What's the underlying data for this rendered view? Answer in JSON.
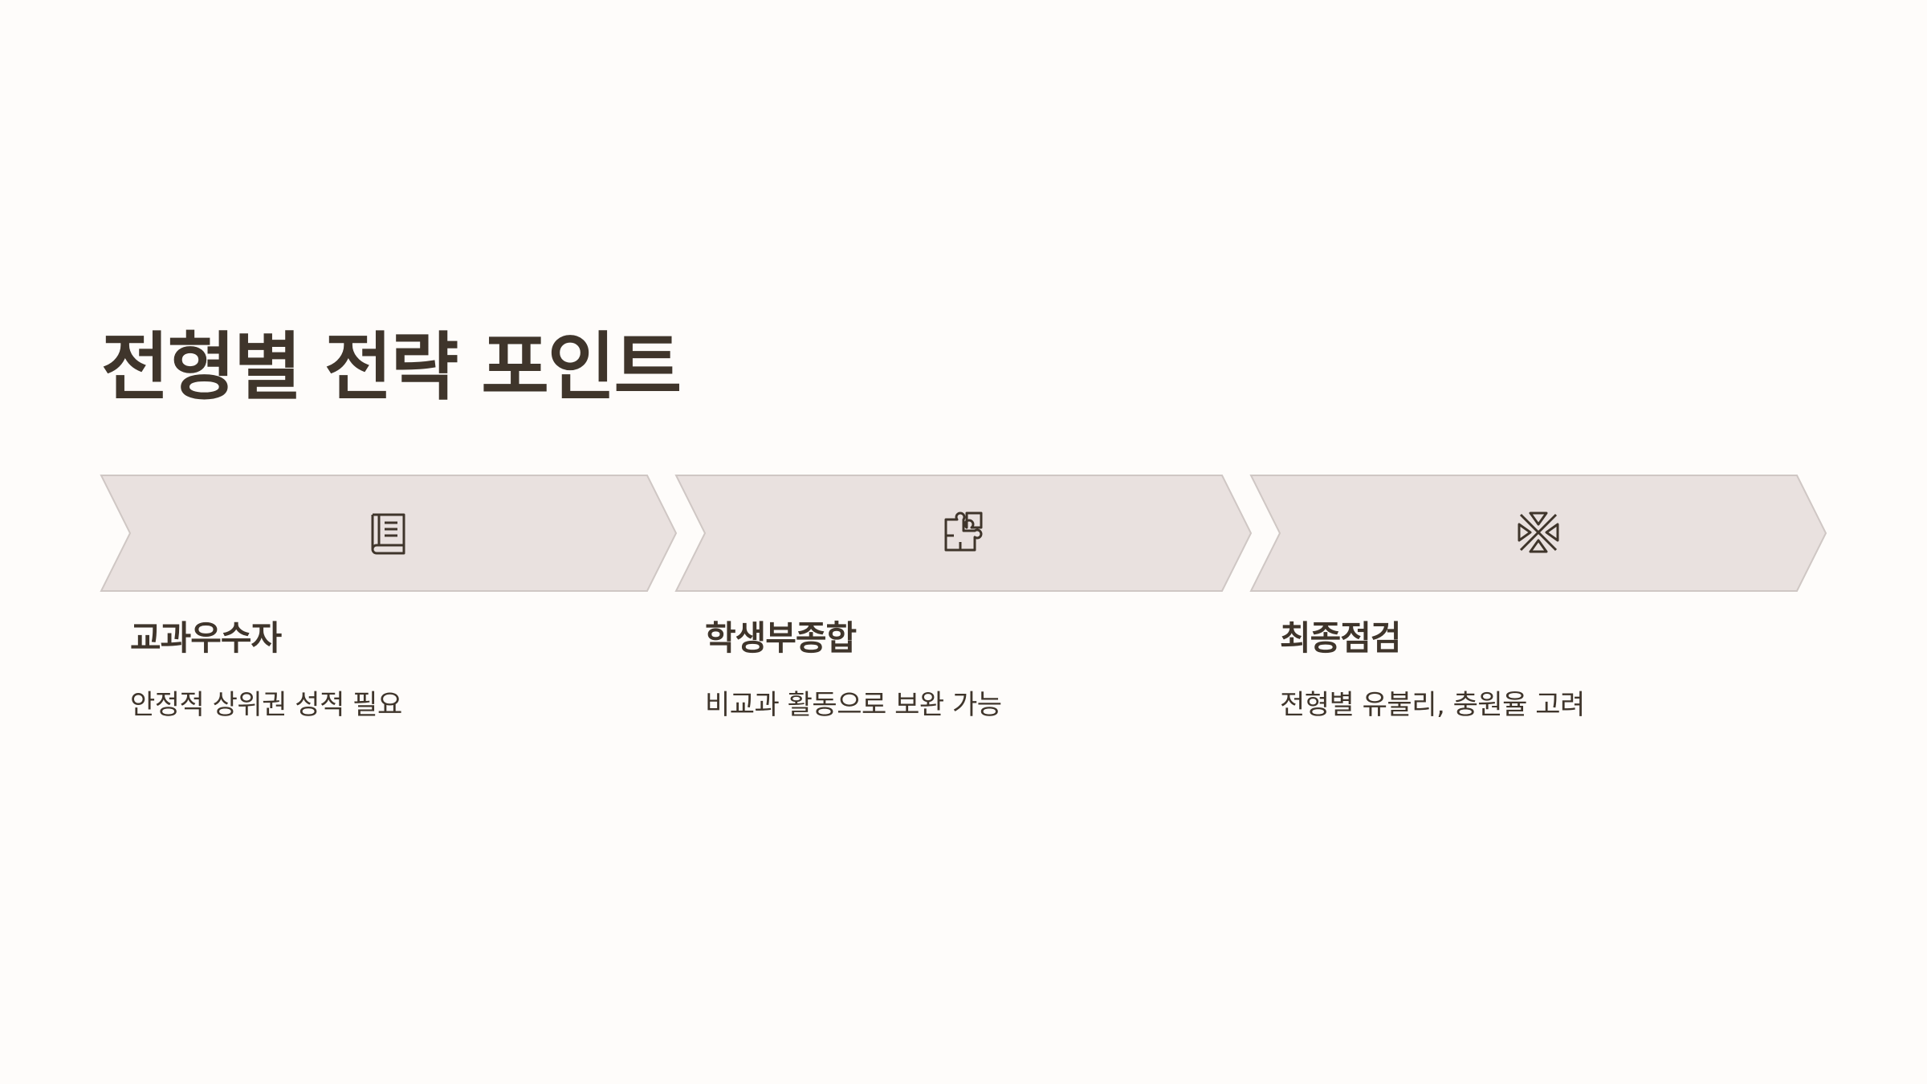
{
  "slide": {
    "title": "전형별 전략 포인트",
    "colors": {
      "background": "#fefcfa",
      "chevron_fill": "#e9e1df",
      "chevron_stroke": "#cfc7c4",
      "text": "#3f352b"
    }
  },
  "steps": [
    {
      "icon": "book-icon",
      "title": "교과우수자",
      "description": "안정적 상위권 성적 필요"
    },
    {
      "icon": "puzzle-icon",
      "title": "학생부종합",
      "description": "비교과 활동으로 보완 가능"
    },
    {
      "icon": "compress-arrows-icon",
      "title": "최종점검",
      "description": "전형별 유불리, 충원율 고려"
    }
  ]
}
